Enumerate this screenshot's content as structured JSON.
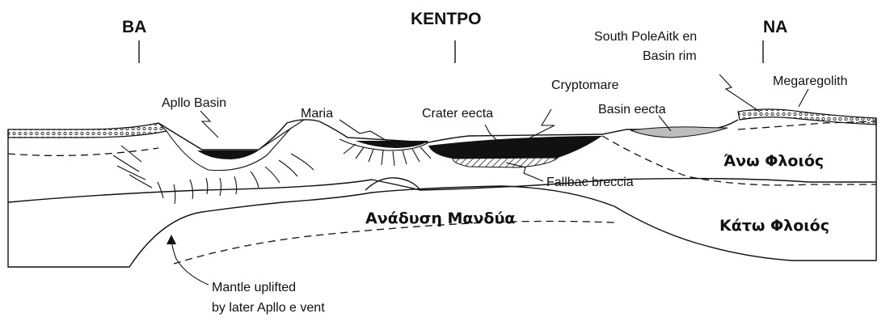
{
  "headers": {
    "left": "ΒΑ",
    "center": "ΚΕΝΤΡΟ",
    "right": "ΝΑ"
  },
  "labels": {
    "apollo_basin": "Apllo Basin",
    "maria": "Maria",
    "crater_ejecta": "Crater eecta",
    "cryptomare": "Cryptomare",
    "basin_ejecta": "Basin eecta",
    "south_pole_line1": "South PoleAitk en",
    "south_pole_line2": "Basin rim",
    "megaregolith": "Megaregolith",
    "fallback_breccia": "Fallbac breccia",
    "mantle_uplift_line1": "Mantle uplifted",
    "mantle_uplift_line2": "by later Apllo e  vent"
  },
  "layers": {
    "upper_crust": "Άνω Φλοιός",
    "lower_crust": "Κάτω Φλοιός",
    "mantle_emergence": "Ανάδυση Μανδύα"
  }
}
